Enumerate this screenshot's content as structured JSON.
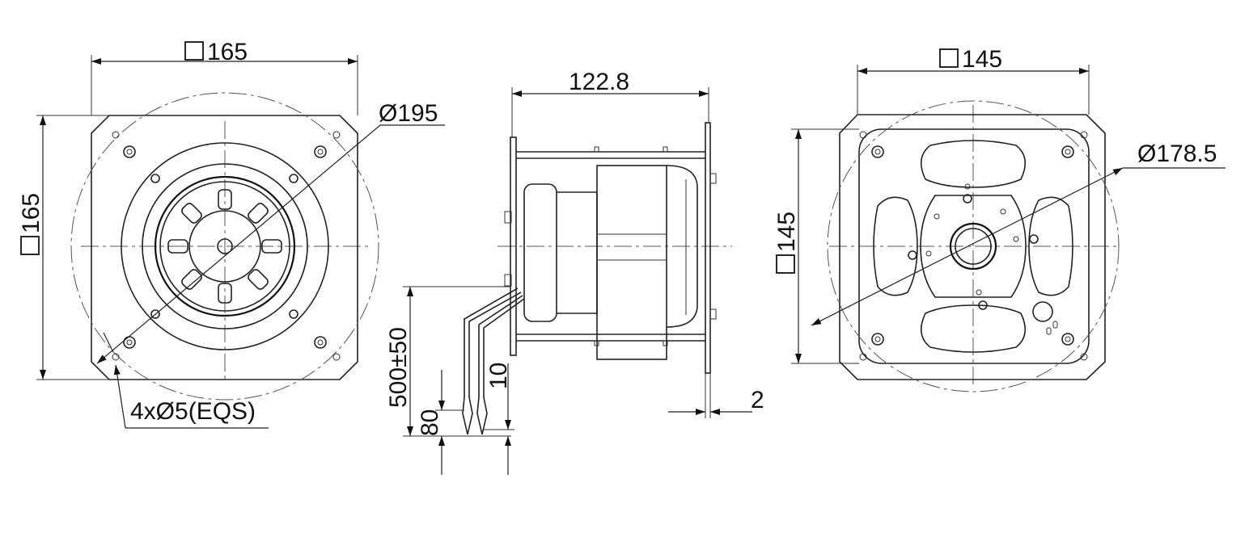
{
  "labels": {
    "front_width": "165",
    "front_height": "165",
    "front_diameter": "Ø195",
    "holes": "4xØ5(EQS)",
    "side_depth": "122.8",
    "cable_length": "500±50",
    "strip_length": "80",
    "strip_end": "10",
    "flange_thickness": "2",
    "back_width": "145",
    "back_height": "145",
    "back_diameter": "Ø178.5"
  },
  "colors": {
    "line": "#222222",
    "background": "#ffffff"
  },
  "icons": {
    "square_symbol": "square-symbol-icon"
  }
}
